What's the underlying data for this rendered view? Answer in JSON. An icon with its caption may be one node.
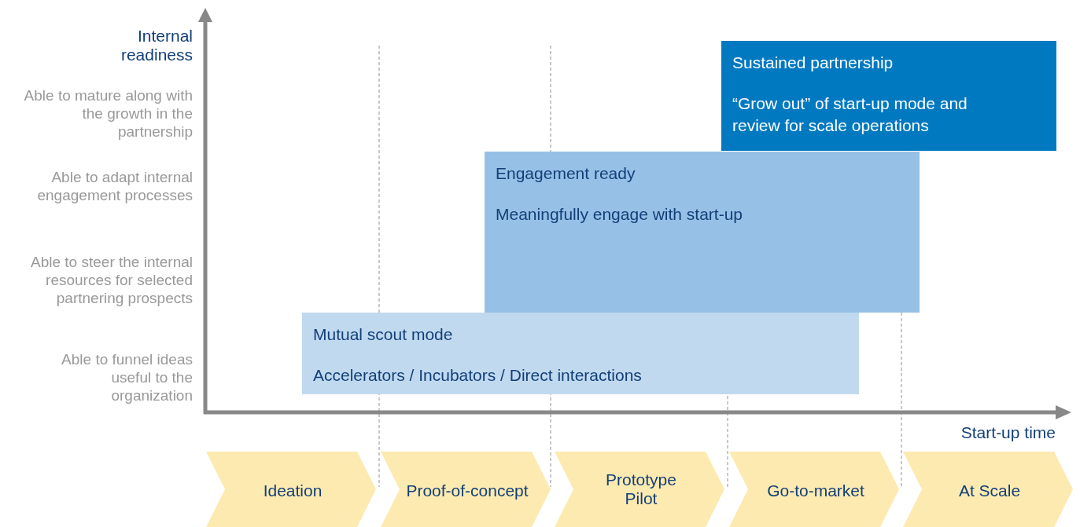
{
  "diagram": {
    "nodes": [
      {
        "text": [
          "Sustained partnership",
          "“Grow out” of start-up mode and review for scale operations"
        ]
      },
      {
        "text": [
          "Engagement ready",
          "Meaningfully engage with start-up"
        ]
      },
      {
        "text": [
          "Mutual scout mode",
          "Accelerators / Incubators / Direct interactions"
        ]
      },
      {
        "text": [
          "Ideation"
        ]
      },
      {
        "text": [
          "Proof-of-concept"
        ]
      },
      {
        "text": [
          "Prototype Pilot"
        ]
      },
      {
        "text": [
          "Go-to-market"
        ]
      },
      {
        "text": [
          "At Scale"
        ]
      }
    ],
    "labels": [
      "Internal readiness",
      "Able to mature along with the growth in the partnership",
      "Able to adapt internal engagement processes",
      "Able to steer the internal resources for selected partnering prospects",
      "Able to funnel ideas useful to the organization",
      "Start-up time"
    ]
  }
}
